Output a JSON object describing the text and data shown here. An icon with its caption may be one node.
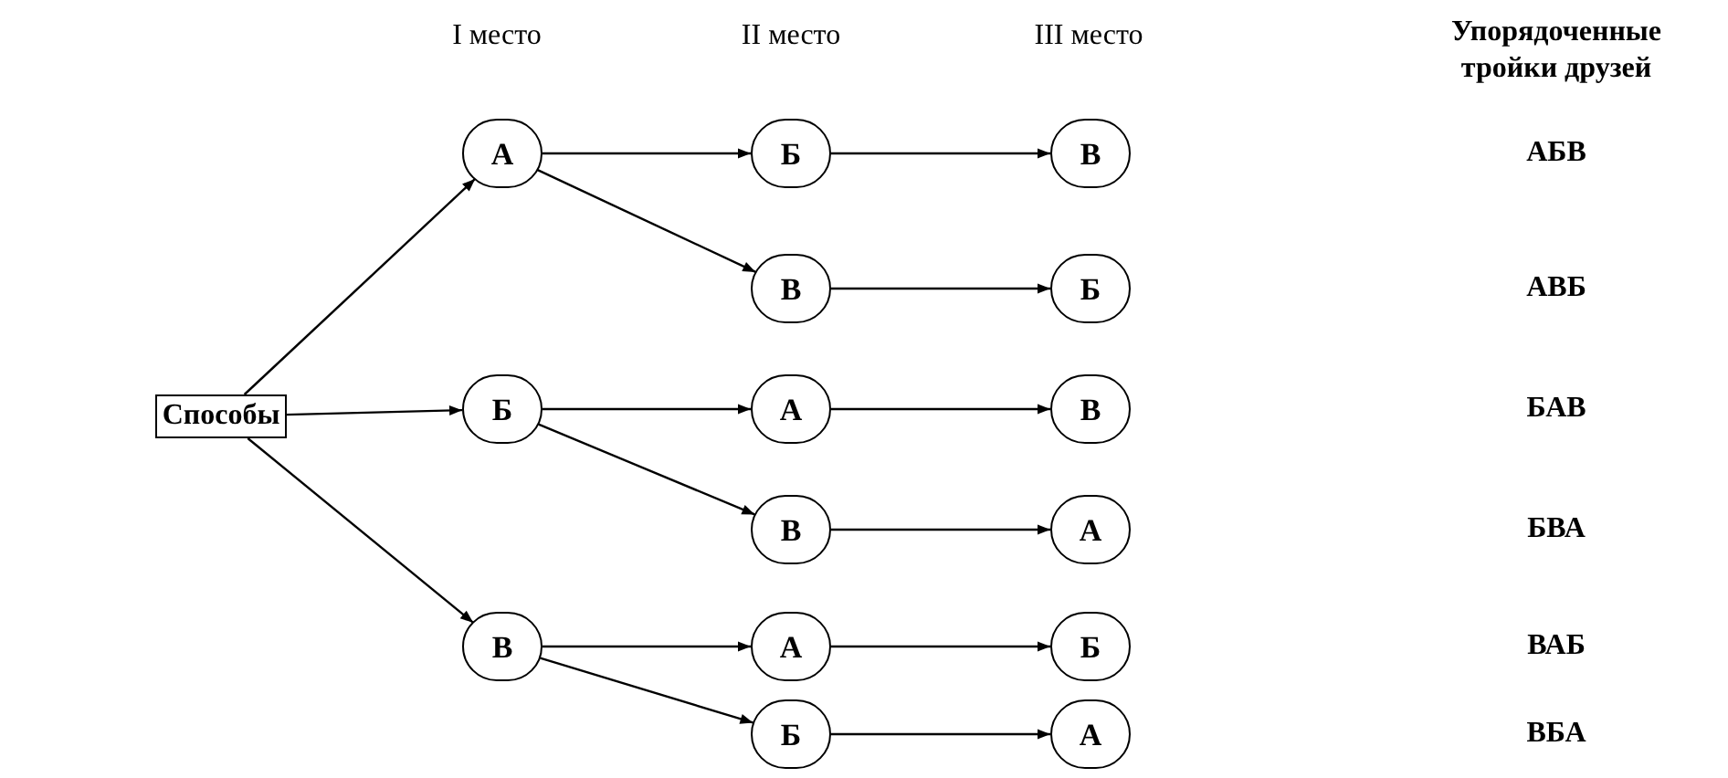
{
  "diagram": {
    "nodes": [
      {
        "text": [
          "Способы"
        ]
      },
      {
        "text": [
          "А"
        ]
      },
      {
        "text": [
          "Б"
        ]
      },
      {
        "text": [
          "В"
        ]
      },
      {
        "text": [
          "Б"
        ]
      },
      {
        "text": [
          "В"
        ]
      },
      {
        "text": [
          "А"
        ]
      },
      {
        "text": [
          "В"
        ]
      },
      {
        "text": [
          "А"
        ]
      },
      {
        "text": [
          "Б"
        ]
      },
      {
        "text": [
          "В"
        ]
      },
      {
        "text": [
          "Б"
        ]
      },
      {
        "text": [
          "В"
        ]
      },
      {
        "text": [
          "А"
        ]
      },
      {
        "text": [
          "Б"
        ]
      },
      {
        "text": [
          "А"
        ]
      }
    ],
    "edges": [
      {
        "from": 0,
        "to": 1,
        "arrow": "to"
      },
      {
        "from": 0,
        "to": 2,
        "arrow": "to"
      },
      {
        "from": 0,
        "to": 3,
        "arrow": "to"
      },
      {
        "from": 1,
        "to": 4,
        "arrow": "to"
      },
      {
        "from": 1,
        "to": 5,
        "arrow": "to"
      },
      {
        "from": 2,
        "to": 6,
        "arrow": "to"
      },
      {
        "from": 2,
        "to": 7,
        "arrow": "to"
      },
      {
        "from": 3,
        "to": 8,
        "arrow": "to"
      },
      {
        "from": 3,
        "to": 9,
        "arrow": "to"
      },
      {
        "from": 4,
        "to": 10,
        "arrow": "to"
      },
      {
        "from": 5,
        "to": 11,
        "arrow": "to"
      },
      {
        "from": 6,
        "to": 12,
        "arrow": "to"
      },
      {
        "from": 7,
        "to": 13,
        "arrow": "to"
      },
      {
        "from": 8,
        "to": 14,
        "arrow": "to"
      },
      {
        "from": 9,
        "to": 15,
        "arrow": "to"
      }
    ],
    "labels": [
      "I место",
      "II место",
      "III место",
      "Упорядоченные тройки друзей",
      "АБВ",
      "АВБ",
      "БАВ",
      "БВА",
      "ВАБ",
      "ВБА"
    ]
  }
}
